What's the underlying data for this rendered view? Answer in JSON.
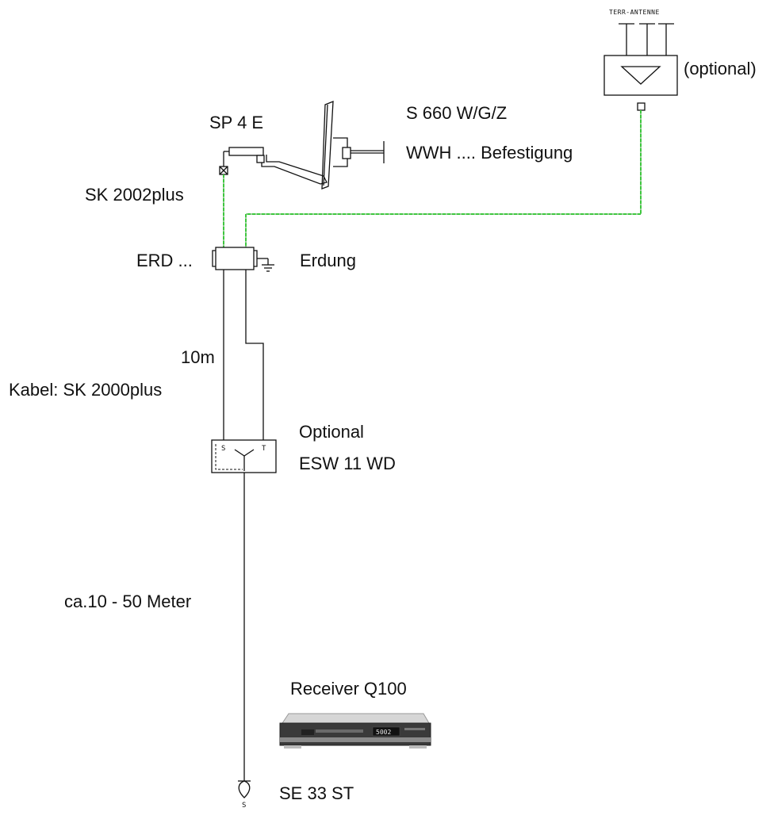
{
  "labels": {
    "terr_antenne": "TERR-ANTENNE",
    "optional_paren": "(optional)",
    "dish_model": "S 660 W/G/Z",
    "lnb": "SP 4 E",
    "mount": "WWH .... Befestigung",
    "cable_top": "SK 2002plus",
    "ground_block": "ERD ...",
    "ground": "Erdung",
    "length_short": "10m",
    "cable_main": "Kabel: SK 2000plus",
    "optional": "Optional",
    "switch": "ESW 11 WD",
    "switch_s": "S",
    "switch_t": "T",
    "length_long": "ca.10 - 50 Meter",
    "receiver": "Receiver Q100",
    "receiver_display": "5002",
    "socket": "SE 33 ST",
    "socket_s": "S"
  },
  "colors": {
    "line": "#111111",
    "coax_green": "#3ec83e",
    "background": "#ffffff"
  }
}
